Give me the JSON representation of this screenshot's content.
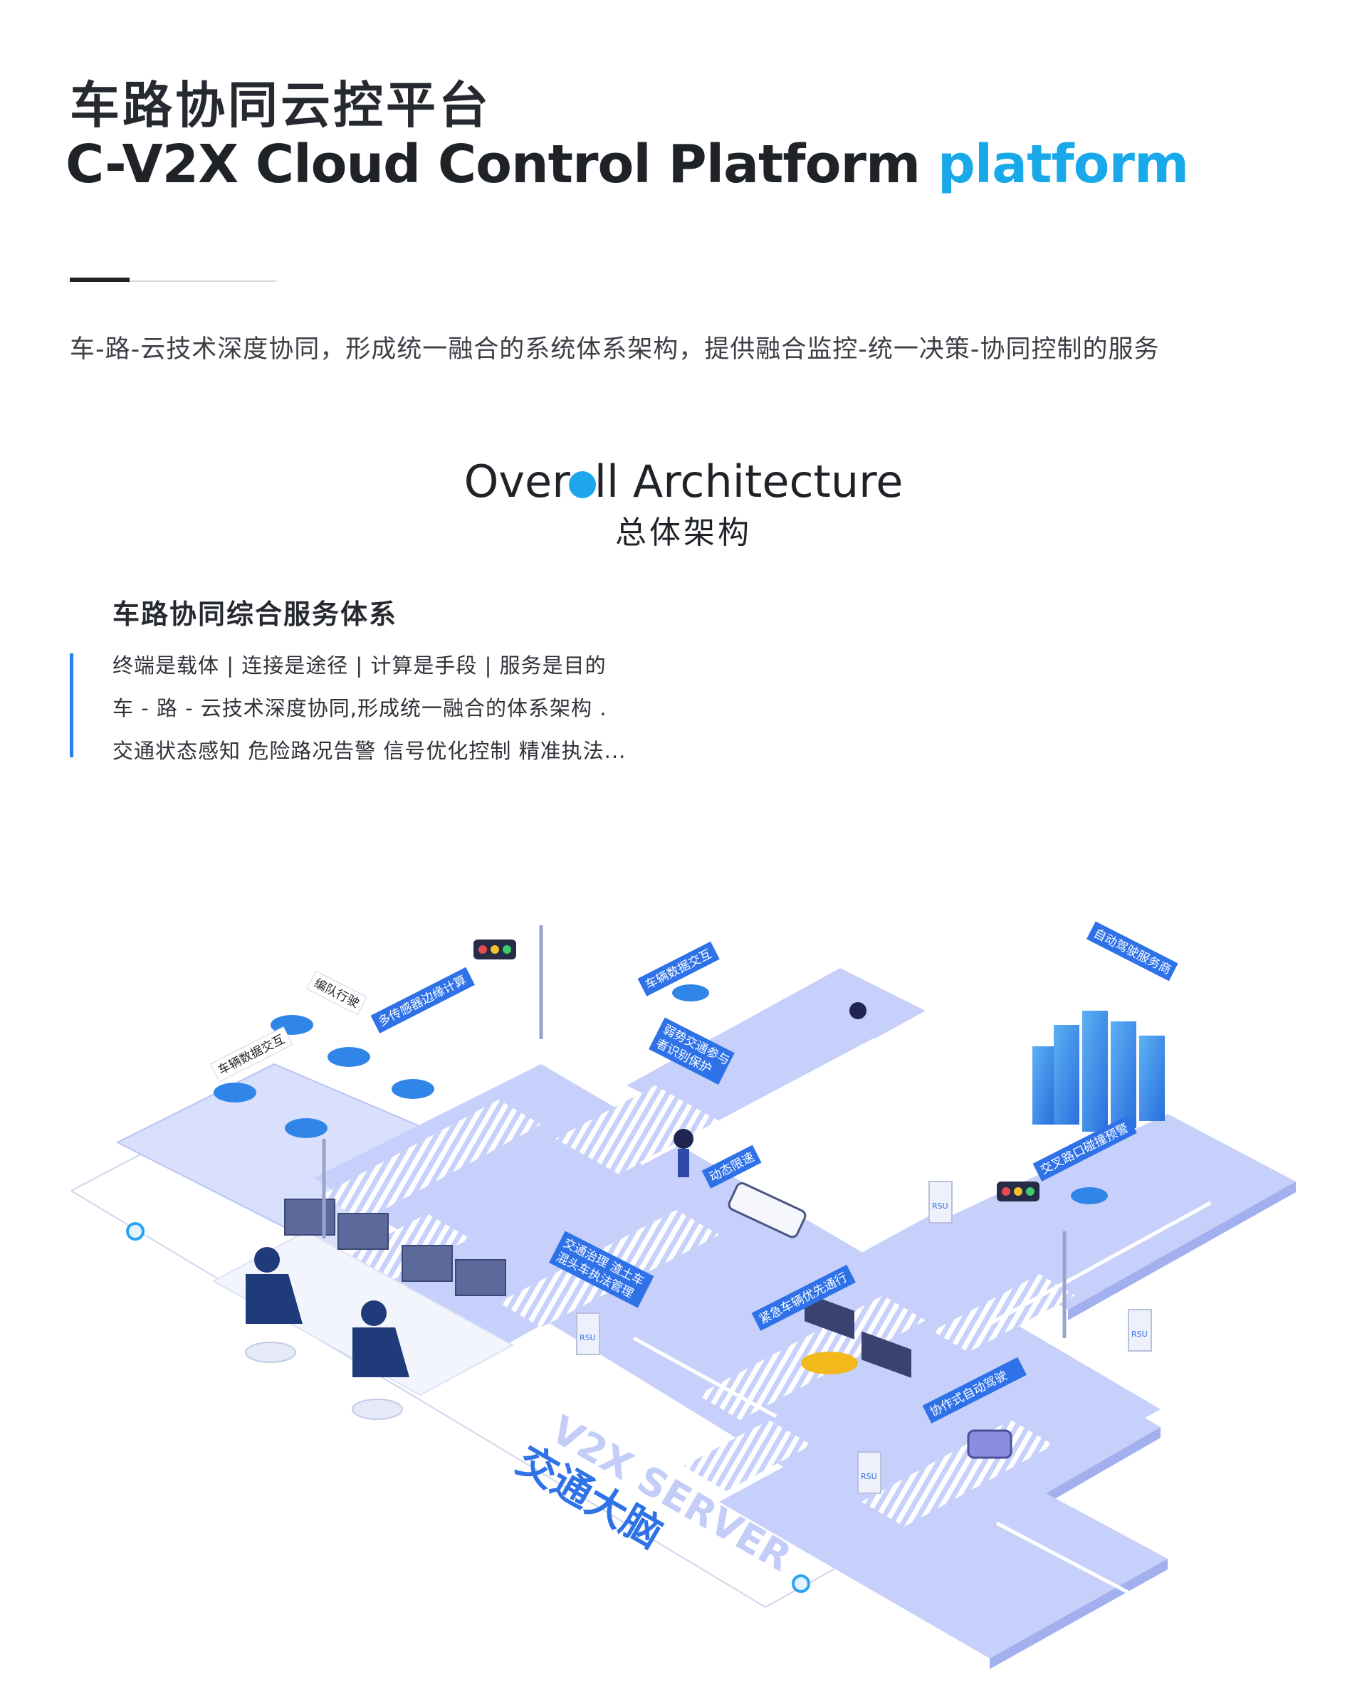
{
  "header": {
    "title_cn": "车路协同云控平台",
    "title_en": "C-V2X Cloud Control Platform",
    "title_en_accent": "platform",
    "lead": "车-路-云技术深度协同，形成统一融合的系统体系架构，提供融合监控-统一决策-协同控制的服务"
  },
  "architecture": {
    "title_en_before": "Over",
    "title_en_after": "ll Architecture",
    "title_cn": "总体架构"
  },
  "service_system": {
    "title": "车路协同综合服务体系",
    "lines": [
      "终端是载体 | 连接是途径 | 计算是手段 | 服务是目的",
      "车 - 路 - 云技术深度协同,形成统一融合的体系架构 .",
      "交通状态感知 危险路况告警 信号优化控制 精准执法..."
    ]
  },
  "diagram": {
    "labels": {
      "fleet": "编队行驶",
      "vehicle_data_left": "车辆数据交互",
      "multi_sensor": "多传感器边缘计算",
      "vehicle_data_top": "车辆数据交互",
      "vulnerable_users_1": "弱势交通参与",
      "vulnerable_users_2": "者识别保护",
      "auto_driving_vendor": "自动驾驶服务商",
      "intersection_warning": "交叉路口碰撞预警",
      "dynamic_speed": "动态限速",
      "traffic_gov_1": "交通治理 渣土车",
      "traffic_gov_2": "混头车执法管理",
      "emergency_priority": "紧急车辆优先通行",
      "coop_auto_driving": "协作式自动驾驶",
      "rsu": "RSU",
      "server_en": "V2X SERVER",
      "server_cn": "交通大脑"
    },
    "colors": {
      "road": "#c8d1fb",
      "road_side": "#a7b4f1",
      "platform": "#dde3fd",
      "label_bg": "#2f72e8",
      "accent": "#19a8ea",
      "car": "#2f86e8",
      "taxi": "#f2b81c"
    }
  }
}
